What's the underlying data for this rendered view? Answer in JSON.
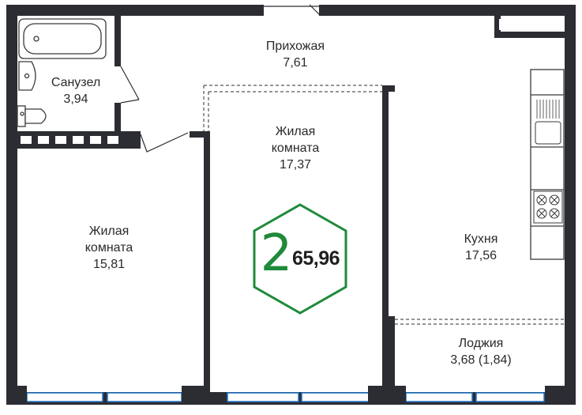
{
  "plan": {
    "rooms": [
      {
        "id": "bathroom",
        "name": "Санузел",
        "area": "3,94"
      },
      {
        "id": "hallway",
        "name": "Прихожая",
        "area": "7,61"
      },
      {
        "id": "living-1",
        "name": "Жилая\nкомната",
        "name_lines": [
          "Жилая",
          "комната"
        ],
        "area": "17,37"
      },
      {
        "id": "living-2",
        "name_lines": [
          "Жилая",
          "комната"
        ],
        "area": "15,81"
      },
      {
        "id": "kitchen",
        "name": "Кухня",
        "area": "17,56"
      },
      {
        "id": "loggia",
        "name": "Лоджия",
        "area": "3,68 (1,84)"
      }
    ],
    "badge": {
      "rooms": "2",
      "total_area": "65,96",
      "accent_color": "#1f8a3a"
    },
    "colors": {
      "wall": "#2b2d33",
      "window": "#1e73c8",
      "fixture_stroke": "#3a3a3a"
    }
  }
}
